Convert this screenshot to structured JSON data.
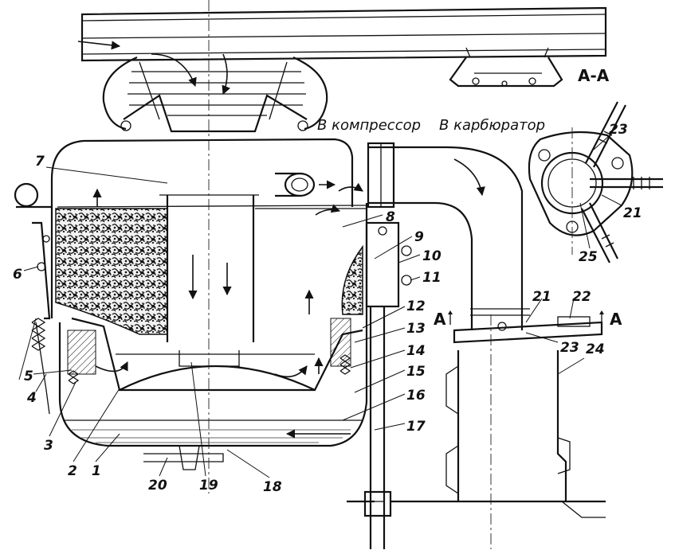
{
  "captions": {
    "to_compressor": "В компрессор",
    "to_carburetor": "В карбюратор",
    "section": "А-А",
    "cut_left": "А",
    "cut_right": "А"
  },
  "callouts": [
    {
      "id": "1",
      "text": "1"
    },
    {
      "id": "2",
      "text": "2"
    },
    {
      "id": "3",
      "text": "3"
    },
    {
      "id": "4",
      "text": "4"
    },
    {
      "id": "5",
      "text": "5"
    },
    {
      "id": "6",
      "text": "6"
    },
    {
      "id": "7",
      "text": "7"
    },
    {
      "id": "8",
      "text": "8"
    },
    {
      "id": "9",
      "text": "9"
    },
    {
      "id": "10",
      "text": "10"
    },
    {
      "id": "11",
      "text": "11"
    },
    {
      "id": "12",
      "text": "12"
    },
    {
      "id": "13",
      "text": "13"
    },
    {
      "id": "14",
      "text": "14"
    },
    {
      "id": "15",
      "text": "15"
    },
    {
      "id": "16",
      "text": "16"
    },
    {
      "id": "17",
      "text": "17"
    },
    {
      "id": "18",
      "text": "18"
    },
    {
      "id": "19",
      "text": "19"
    },
    {
      "id": "20",
      "text": "20"
    },
    {
      "id": "21",
      "text": "21"
    },
    {
      "id": "21b",
      "text": "21"
    },
    {
      "id": "22",
      "text": "22"
    },
    {
      "id": "23",
      "text": "23"
    },
    {
      "id": "23b",
      "text": "23"
    },
    {
      "id": "24",
      "text": "24"
    },
    {
      "id": "25",
      "text": "25"
    }
  ]
}
